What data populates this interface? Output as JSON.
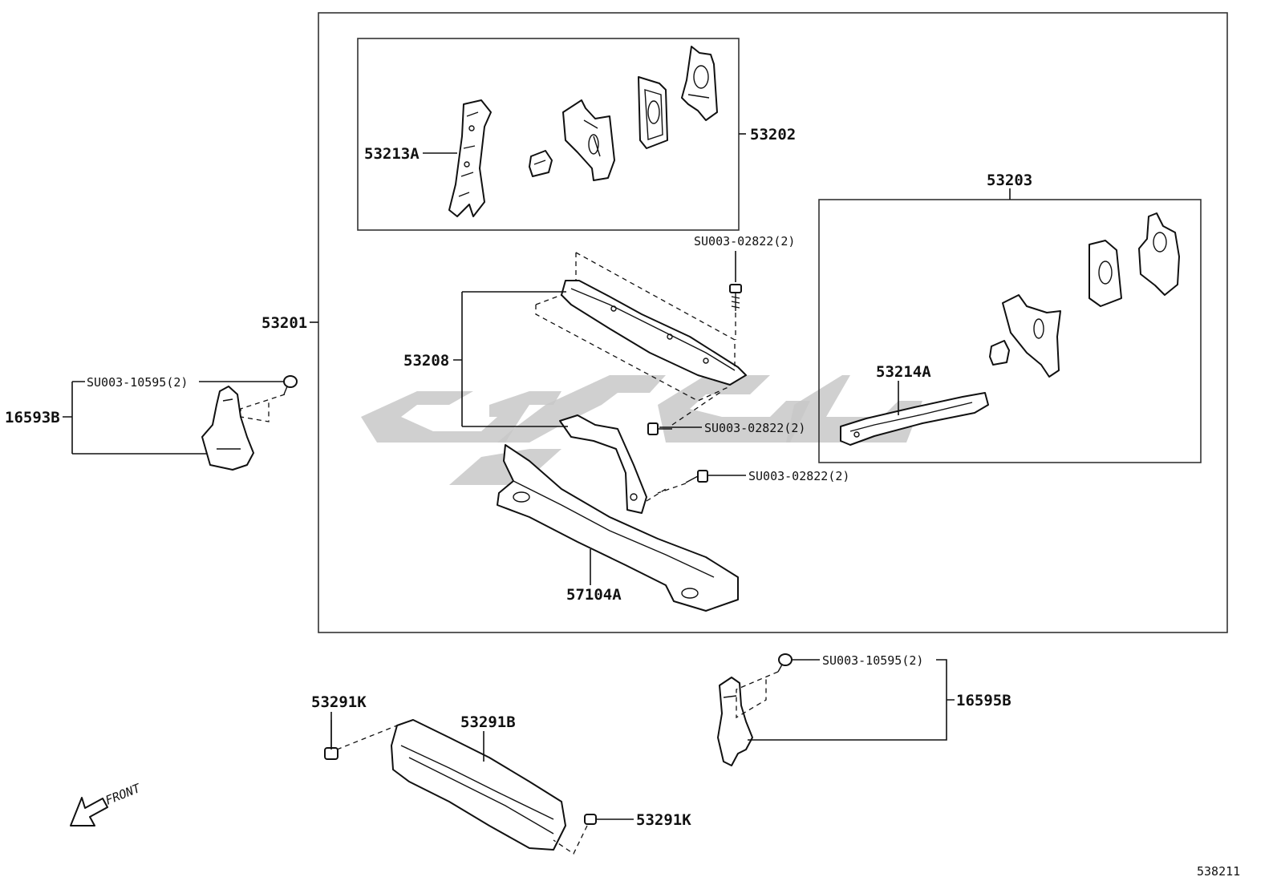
{
  "labels": {
    "l53201": "53201",
    "l53202": "53202",
    "l53213A": "53213A",
    "l53203": "53203",
    "l53214A": "53214A",
    "l53208": "53208",
    "l57104A": "57104A",
    "l16593B": "16593B",
    "l16595B": "16595B",
    "l53291B": "53291B",
    "l53291K_a": "53291K",
    "l53291K_b": "53291K",
    "su_a": "SU003-02822(2)",
    "su_b": "SU003-02822(2)",
    "su_c": "SU003-02822(2)",
    "su_d": "SU003-10595(2)",
    "su_e": "SU003-10595(2)",
    "front": "FRONT",
    "diagram_id": "538211"
  },
  "icons": {
    "front_arrow": "front-arrow-icon",
    "watermark": "logo-watermark"
  },
  "colors": {
    "line": "#111111",
    "watermark": "#c8c8c8",
    "background": "#ffffff"
  }
}
